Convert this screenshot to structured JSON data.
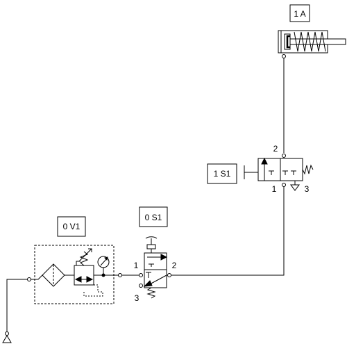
{
  "labels": {
    "cylinder": "1 A",
    "valve_1s1": "1 S1",
    "valve_0s1": "0 S1",
    "frl_0v1": "0 V1"
  },
  "ports": {
    "v1s1_out": "2",
    "v1s1_in": "1",
    "v1s1_exh": "3",
    "v0s1_in": "1",
    "v0s1_out": "2",
    "v0s1_exh": "3"
  },
  "colors": {
    "line": "#000000",
    "background": "#ffffff"
  }
}
